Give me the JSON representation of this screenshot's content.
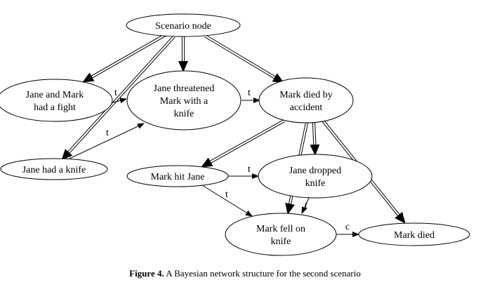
{
  "nodes": [
    {
      "id": "scenario",
      "lines": [
        "Scenario node"
      ]
    },
    {
      "id": "fight",
      "lines": [
        "Jane and Mark",
        "had a fight"
      ]
    },
    {
      "id": "threatened",
      "lines": [
        "Jane threatened",
        "Mark with a",
        "knife"
      ]
    },
    {
      "id": "accident",
      "lines": [
        "Mark died by",
        "accident"
      ]
    },
    {
      "id": "hadknife",
      "lines": [
        "Jane had a knife"
      ]
    },
    {
      "id": "hit",
      "lines": [
        "Mark hit Jane"
      ]
    },
    {
      "id": "dropped",
      "lines": [
        "Jane dropped",
        "knife"
      ]
    },
    {
      "id": "fell",
      "lines": [
        "Mark fell on",
        "knife"
      ]
    },
    {
      "id": "died",
      "lines": [
        "Mark died"
      ]
    }
  ],
  "edges": [
    {
      "from": "scenario",
      "to": "fight",
      "style": "double",
      "label": ""
    },
    {
      "from": "scenario",
      "to": "threatened",
      "style": "double",
      "label": ""
    },
    {
      "from": "scenario",
      "to": "accident",
      "style": "double",
      "label": ""
    },
    {
      "from": "scenario",
      "to": "hadknife",
      "style": "double",
      "label": ""
    },
    {
      "from": "fight",
      "to": "threatened",
      "style": "single",
      "label": "t"
    },
    {
      "from": "hadknife",
      "to": "threatened",
      "style": "single",
      "label": "t"
    },
    {
      "from": "threatened",
      "to": "accident",
      "style": "single",
      "label": "t"
    },
    {
      "from": "accident",
      "to": "hit",
      "style": "double",
      "label": ""
    },
    {
      "from": "accident",
      "to": "dropped",
      "style": "double",
      "label": ""
    },
    {
      "from": "accident",
      "to": "fell",
      "style": "double",
      "label": ""
    },
    {
      "from": "accident",
      "to": "died",
      "style": "double",
      "label": ""
    },
    {
      "from": "hit",
      "to": "dropped",
      "style": "single",
      "label": "t"
    },
    {
      "from": "hit",
      "to": "fell",
      "style": "single",
      "label": "t"
    },
    {
      "from": "dropped",
      "to": "fell",
      "style": "single",
      "label": "t"
    },
    {
      "from": "fell",
      "to": "died",
      "style": "single",
      "label": "c"
    }
  ],
  "caption": {
    "label": "Figure 4.",
    "text": "A Bayesian network structure for the second scenario"
  }
}
